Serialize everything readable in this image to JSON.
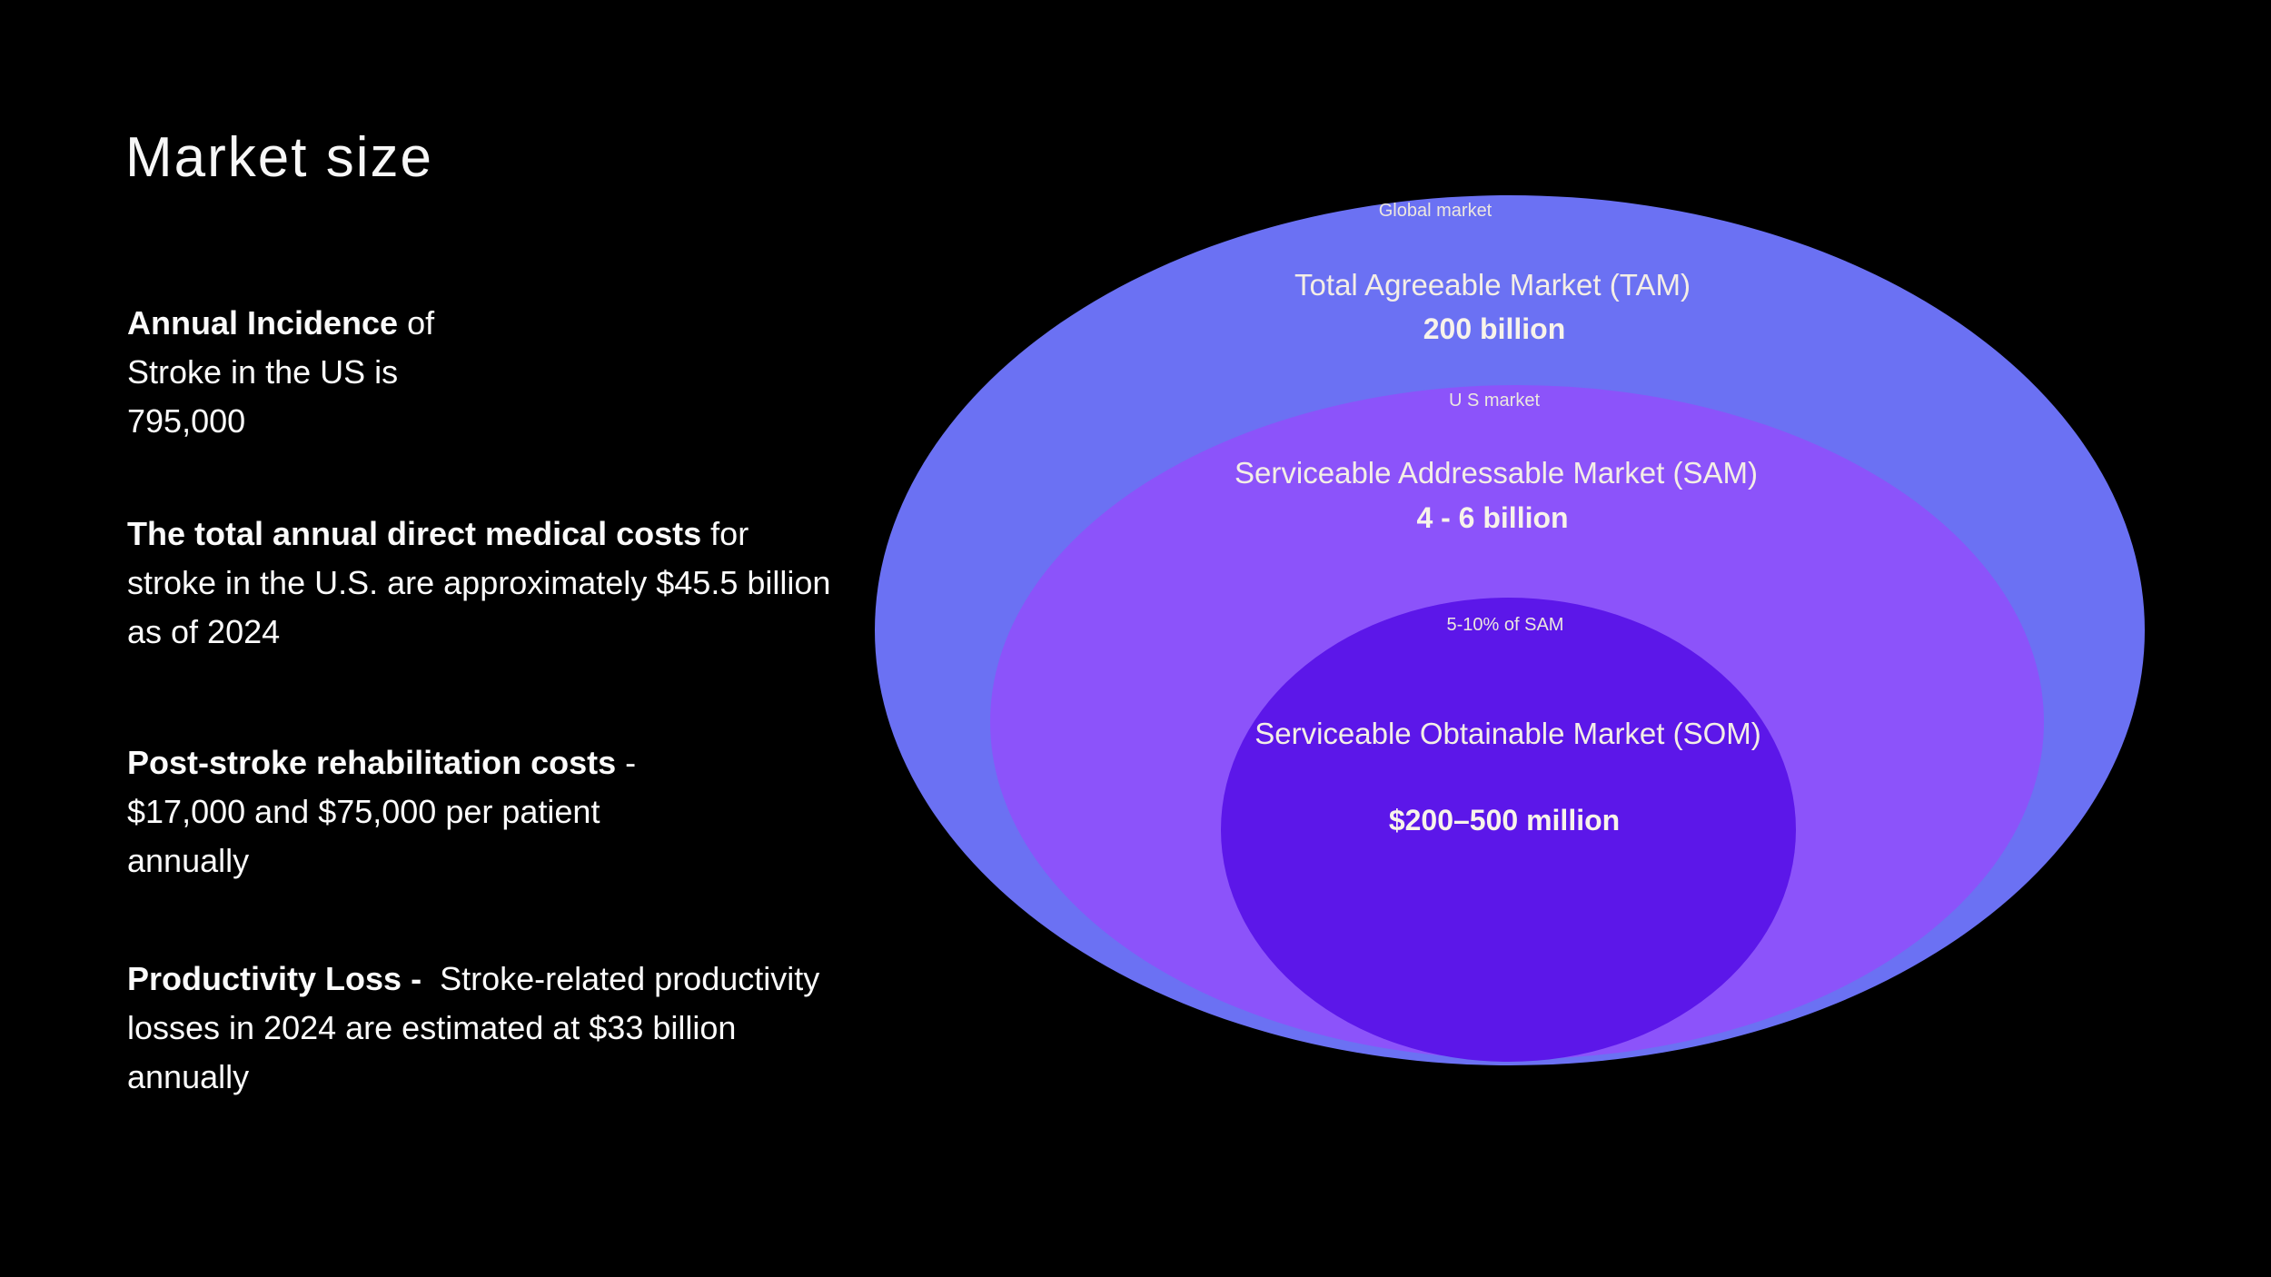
{
  "slide": {
    "title": "Market size",
    "background_color": "#000000",
    "text_color": "#fbfbfb",
    "bullets": [
      {
        "bold": "Annual Incidence",
        "rest": " of Stroke in the US is 795,000"
      },
      {
        "bold": "The total annual direct medical costs",
        "rest": " for stroke in the U.S. are approximately $45.5 billion as of 2024"
      },
      {
        "bold": "Post-stroke rehabilitation costs",
        "rest": " - $17,000 and $75,000 per patient annually"
      },
      {
        "bold": "Productivity Loss -",
        "rest": "  Stroke-related productivity losses in 2024 are estimated at $33 billion annually"
      }
    ]
  },
  "diagram": {
    "type": "nested-ellipses",
    "rings": [
      {
        "id": "tam",
        "scope_label": "Global market",
        "name": "Total Agreeable Market (TAM)",
        "value": "200 billion",
        "color": "#6b71f3"
      },
      {
        "id": "sam",
        "scope_label": "U S market",
        "name": "Serviceable Addressable Market (SAM)",
        "value": "4 - 6 billion",
        "color": "#8c53fa"
      },
      {
        "id": "som",
        "scope_label": "5-10% of SAM",
        "name": "Serviceable Obtainable Market (SOM)",
        "value": "$200–500 million",
        "color": "#5c17e9"
      }
    ],
    "label_color": "#f4eee6"
  }
}
